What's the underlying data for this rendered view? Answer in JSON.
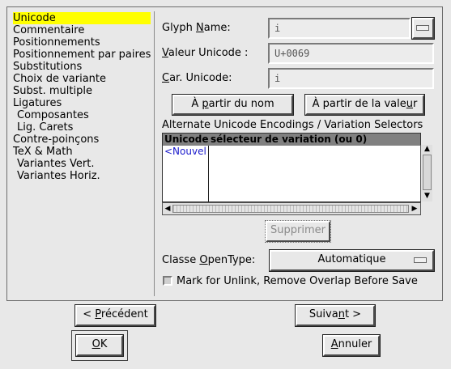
{
  "list": {
    "items": [
      {
        "label": "Unicode",
        "selected": true,
        "sub": false
      },
      {
        "label": "Commentaire",
        "selected": false,
        "sub": false
      },
      {
        "label": "Positionnements",
        "selected": false,
        "sub": false
      },
      {
        "label": "Positionnement par paires",
        "selected": false,
        "sub": false
      },
      {
        "label": "Substitutions",
        "selected": false,
        "sub": false
      },
      {
        "label": "Choix de variante",
        "selected": false,
        "sub": false
      },
      {
        "label": "Subst. multiple",
        "selected": false,
        "sub": false
      },
      {
        "label": "Ligatures",
        "selected": false,
        "sub": false
      },
      {
        "label": "Composantes",
        "selected": false,
        "sub": true
      },
      {
        "label": "Lig. Carets",
        "selected": false,
        "sub": true
      },
      {
        "label": "Contre-poinçons",
        "selected": false,
        "sub": false
      },
      {
        "label": "TeX & Math",
        "selected": false,
        "sub": false
      },
      {
        "label": "Variantes Vert.",
        "selected": false,
        "sub": true
      },
      {
        "label": "Variantes Horiz.",
        "selected": false,
        "sub": true
      }
    ]
  },
  "form": {
    "glyph_name": {
      "label_pre": "Glyph ",
      "label_key": "N",
      "label_post": "ame:",
      "value": "i"
    },
    "unicode_value": {
      "label_pre": "",
      "label_key": "V",
      "label_post": "aleur Unicode :",
      "value": "U+0069"
    },
    "unicode_char": {
      "label_pre": "",
      "label_key": "C",
      "label_post": "ar. Unicode:",
      "value": "i"
    },
    "from_name_button": {
      "pre": "À ",
      "key": "p",
      "post": "artir du nom"
    },
    "from_value_button": {
      "pre": "À partir de la vale",
      "key": "u",
      "post": "r"
    },
    "encodings_title": "Alternate Unicode Encodings / Variation Selectors",
    "table": {
      "headers": [
        "Unicode",
        "sélecteur de variation (ou 0)"
      ],
      "new_row": "<Nouvel"
    },
    "delete_button": "Supprimer",
    "opentype_class": {
      "label_pre": "Classe ",
      "label_key": "O",
      "label_post": "penType:",
      "value": "Automatique"
    },
    "mark_unlink": "Mark for Unlink, Remove Overlap Before Save"
  },
  "footer": {
    "prev": {
      "pre": "< ",
      "key": "P",
      "post": "récédent"
    },
    "next": {
      "pre": "Suiva",
      "key": "n",
      "post": "t >"
    },
    "ok": {
      "pre": "",
      "key": "O",
      "post": "K"
    },
    "cancel": {
      "pre": "",
      "key": "A",
      "post": "nnuler"
    }
  },
  "icons": {
    "scroll_up": "▲",
    "scroll_down": "▼",
    "scroll_left": "◀",
    "scroll_right": "▶"
  }
}
